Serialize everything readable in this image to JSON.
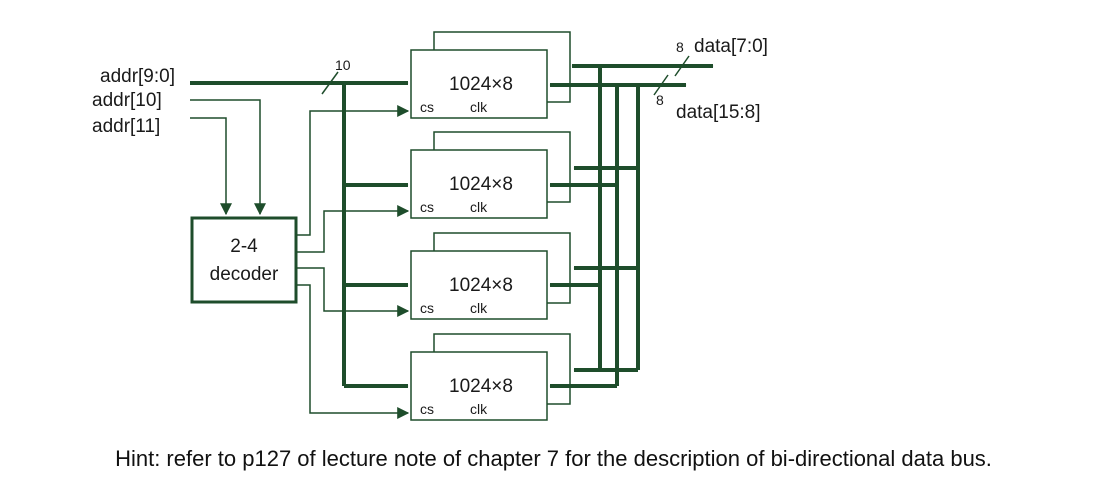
{
  "colors": {
    "wire": "#1e4d2b",
    "box": "#1e4d2b",
    "text": "#1a1a1a"
  },
  "inputs": {
    "addr_low": "addr[9:0]",
    "addr_10": "addr[10]",
    "addr_11": "addr[11]"
  },
  "outputs": {
    "data_low": "data[7:0]",
    "data_high": "data[15:8]"
  },
  "bus_widths": {
    "addr": "10",
    "data_low": "8",
    "data_high": "8"
  },
  "decoder": {
    "line1": "2-4",
    "line2": "decoder"
  },
  "memory_chips": [
    {
      "label": "1024×8",
      "pin_cs": "cs",
      "pin_clk": "clk"
    },
    {
      "label": "1024×8",
      "pin_cs": "cs",
      "pin_clk": "clk"
    },
    {
      "label": "1024×8",
      "pin_cs": "cs",
      "pin_clk": "clk"
    },
    {
      "label": "1024×8",
      "pin_cs": "cs",
      "pin_clk": "clk"
    }
  ],
  "hint": "Hint: refer to p127 of lecture note of chapter 7 for the description of bi-directional data bus."
}
